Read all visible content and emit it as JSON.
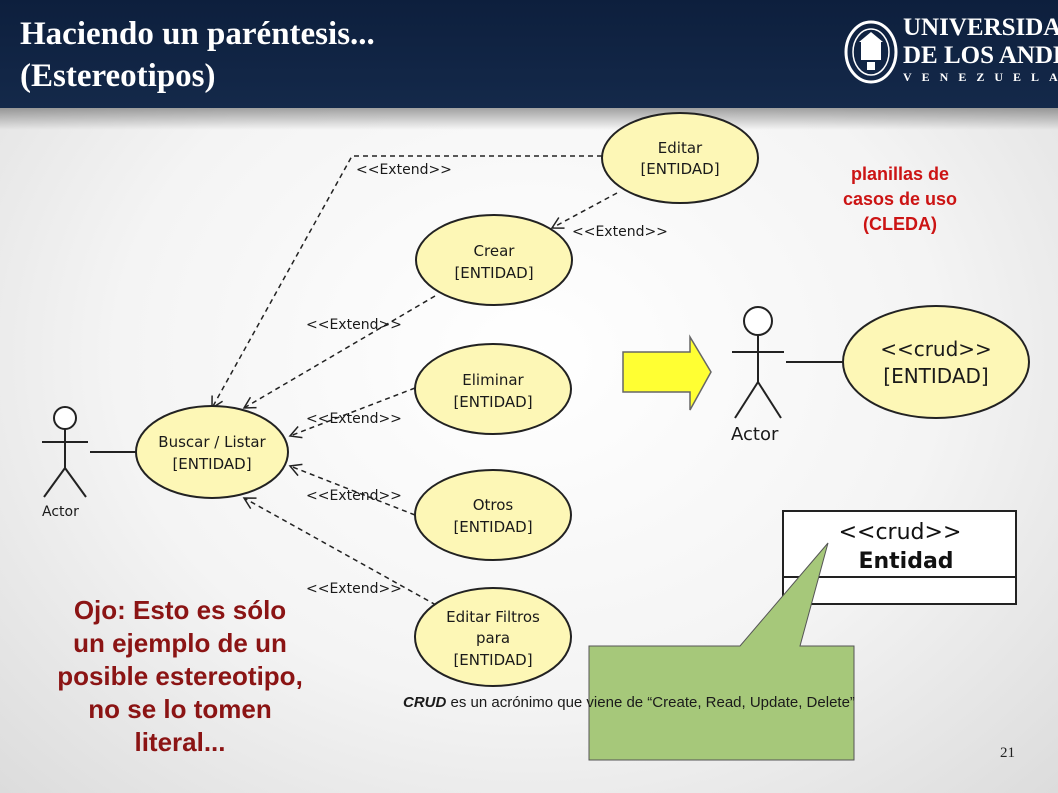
{
  "slide": {
    "title_line1": "Haciendo un paréntesis...",
    "title_line2": "(Estereotipos)",
    "page_number": "21"
  },
  "logo": {
    "line1": "UNIVERSIDAD",
    "line2": "DE LOS ANDES",
    "line3": "VENEZUELA"
  },
  "diagram": {
    "actor_label": "Actor",
    "extend_label": "<<Extend>>",
    "main_use_case": {
      "line1": "Buscar / Listar",
      "line2": "[ENTIDAD]"
    },
    "use_cases": [
      {
        "id": "editar",
        "line1": "Editar",
        "line2": "[ENTIDAD]"
      },
      {
        "id": "crear",
        "line1": "Crear",
        "line2": "[ENTIDAD]"
      },
      {
        "id": "eliminar",
        "line1": "Eliminar",
        "line2": "[ENTIDAD]"
      },
      {
        "id": "otros",
        "line1": "Otros",
        "line2": "[ENTIDAD]"
      },
      {
        "id": "editar-filtros",
        "line1": "Editar Filtros",
        "line2": "para",
        "line3": "[ENTIDAD]"
      }
    ],
    "crud_actor_label": "Actor",
    "crud_use_case": {
      "line1": "<<crud>>",
      "line2": "[ENTIDAD]"
    },
    "class_box": {
      "stereotype": "<<crud>>",
      "name": "Entidad"
    }
  },
  "notes": {
    "planillas": [
      "planillas de",
      "casos de uso",
      "(CLEDA)"
    ],
    "ojo": [
      "Ojo: Esto es sólo",
      "un ejemplo de un",
      "posible estereotipo,",
      "no se lo tomen",
      "literal..."
    ],
    "crud_term": "CRUD",
    "crud_explanation": " es un acrónimo que viene de “Create, Read, Update, Delete”"
  },
  "colors": {
    "header_bg": "#0d1f3d",
    "use_case_fill": "#fdf7b6",
    "arrow_fill": "#ffff33",
    "callout_fill": "#a6c87a",
    "planillas_text": "#cc1414",
    "ojo_text": "#8b1414"
  }
}
